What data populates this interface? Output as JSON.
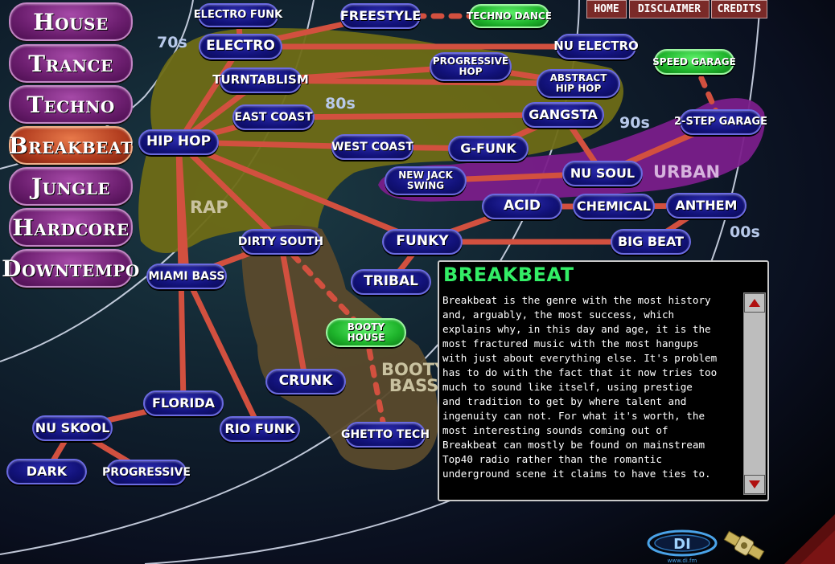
{
  "genres": [
    {
      "id": "house",
      "label": "House",
      "active": false
    },
    {
      "id": "trance",
      "label": "Trance",
      "active": false
    },
    {
      "id": "techno",
      "label": "Techno",
      "active": false
    },
    {
      "id": "breakbeat",
      "label": "Breakbeat",
      "active": true
    },
    {
      "id": "jungle",
      "label": "Jungle",
      "active": false
    },
    {
      "id": "hardcore",
      "label": "Hardcore",
      "active": false
    },
    {
      "id": "downtempo",
      "label": "Downtempo",
      "active": false
    }
  ],
  "nav": {
    "home": "HOME",
    "disclaimer": "DISCLAIMER",
    "credits": "CREDITS"
  },
  "eras": {
    "e70": "70s",
    "e80": "80s",
    "e90": "90s",
    "e00": "00s"
  },
  "regions": {
    "rap": "RAP",
    "urban": "URBAN",
    "booty_bass_1": "BOOTY",
    "booty_bass_2": "BASS"
  },
  "nodes": {
    "electro_funk": "ELECTRO FUNK",
    "freestyle": "FREESTYLE",
    "techno_dance": "TECHNO DANCE",
    "electro": "ELECTRO",
    "nu_electro": "NU ELECTRO",
    "speed_garage": "SPEED GARAGE",
    "turntablism": "TURNTABLISM",
    "progressive_hop_1": "PROGRESSIVE",
    "progressive_hop_2": "HOP",
    "abstract_hip_hop_1": "ABSTRACT",
    "abstract_hip_hop_2": "HIP HOP",
    "east_coast": "EAST COAST",
    "gangsta": "GANGSTA",
    "two_step_garage": "2-STEP GARAGE",
    "hip_hop": "HIP HOP",
    "west_coast": "WEST COAST",
    "g_funk": "G-FUNK",
    "new_jack_swing_1": "NEW JACK",
    "new_jack_swing_2": "SWING",
    "nu_soul": "NU SOUL",
    "acid": "ACID",
    "chemical": "CHEMICAL",
    "anthem": "ANTHEM",
    "dirty_south": "DIRTY SOUTH",
    "funky": "FUNKY",
    "big_beat": "BIG BEAT",
    "miami_bass": "MIAMI BASS",
    "tribal": "TRIBAL",
    "booty_house_1": "BOOTY",
    "booty_house_2": "HOUSE",
    "crunk": "CRUNK",
    "florida": "FLORIDA",
    "rio_funk": "RIO FUNK",
    "ghetto_tech": "GHETTO TECH",
    "nu_skool": "NU SKOOL",
    "dark": "DARK",
    "progressive": "PROGRESSIVE"
  },
  "info": {
    "title": "BREAKBEAT",
    "lines": [
      "Breakbeat is the genre with the most history",
      "and, arguably, the most success, which",
      "explains why, in this day and age, it is the",
      "most fractured music with the most hangups",
      "with just about everything else. It's problem",
      "has to do with the fact that it now tries too",
      "much to sound like itself, using prestige",
      "and tradition to get by where talent and",
      "ingenuity can not. For what it's worth, the",
      "most interesting sounds coming out of",
      "Breakbeat can mostly be found on mainstream",
      "Top40 radio rather than the romantic",
      "underground scene it claims to have ties to."
    ]
  },
  "logo": {
    "text": "DI",
    "url_text": "www.di.fm"
  },
  "colors": {
    "line": "#d2503f",
    "region_olive": "#6e6b16",
    "region_purple": "#7a1d8a",
    "region_brown": "#5a4a2c",
    "genre_active": "#c1491f",
    "info_title": "#33ee66"
  }
}
